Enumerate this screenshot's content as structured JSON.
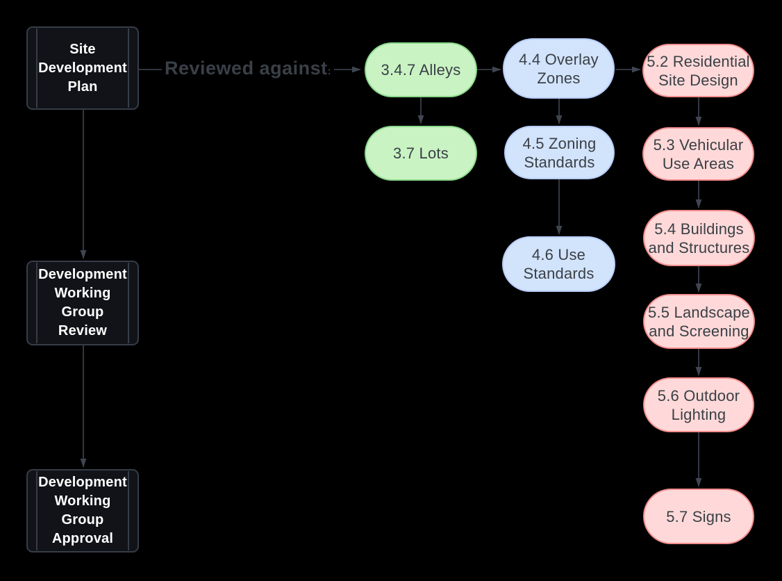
{
  "edge_label": {
    "text": "Reviewed against",
    "colon": ":"
  },
  "nodes": {
    "site_plan": {
      "label": "Site\nDevelopment\nPlan",
      "type": "process"
    },
    "dwg_review": {
      "label": "Development\nWorking\nGroup\nReview",
      "type": "process"
    },
    "dwg_approval": {
      "label": "Development\nWorking\nGroup\nApproval",
      "type": "process"
    },
    "alleys": {
      "label": "3.4.7 Alleys",
      "type": "section-green"
    },
    "lots": {
      "label": "3.7 Lots",
      "type": "section-green"
    },
    "overlay_zones": {
      "label": "4.4 Overlay\nZones",
      "type": "section-blue"
    },
    "zoning_standards": {
      "label": "4.5 Zoning\nStandards",
      "type": "section-blue"
    },
    "use_standards": {
      "label": "4.6 Use\nStandards",
      "type": "section-blue"
    },
    "residential_site_design": {
      "label": "5.2 Residential\nSite Design",
      "type": "section-pink"
    },
    "vehicular_use_areas": {
      "label": "5.3 Vehicular\nUse Areas",
      "type": "section-pink"
    },
    "buildings_structures": {
      "label": "5.4 Buildings\nand Structures",
      "type": "section-pink"
    },
    "landscape_screening": {
      "label": "5.5 Landscape\nand Screening",
      "type": "section-pink"
    },
    "outdoor_lighting": {
      "label": "5.6 Outdoor\nLighting",
      "type": "section-pink"
    },
    "signs": {
      "label": "5.7 Signs",
      "type": "section-pink"
    }
  },
  "edges": [
    {
      "from": "site_plan",
      "to": "alleys",
      "label": "Reviewed against:"
    },
    {
      "from": "site_plan",
      "to": "dwg_review"
    },
    {
      "from": "dwg_review",
      "to": "dwg_approval"
    },
    {
      "from": "alleys",
      "to": "overlay_zones"
    },
    {
      "from": "alleys",
      "to": "lots"
    },
    {
      "from": "overlay_zones",
      "to": "residential_site_design"
    },
    {
      "from": "overlay_zones",
      "to": "zoning_standards"
    },
    {
      "from": "zoning_standards",
      "to": "use_standards"
    },
    {
      "from": "residential_site_design",
      "to": "vehicular_use_areas"
    },
    {
      "from": "vehicular_use_areas",
      "to": "buildings_structures"
    },
    {
      "from": "buildings_structures",
      "to": "landscape_screening"
    },
    {
      "from": "landscape_screening",
      "to": "outdoor_lighting"
    },
    {
      "from": "outdoor_lighting",
      "to": "signs"
    }
  ],
  "colors": {
    "canvas_bg": "#000000",
    "process_fill": "#111318",
    "process_border": "#363d47",
    "process_text": "#ffffff",
    "green_fill": "#c9f3c3",
    "green_border": "#8bd88b",
    "blue_fill": "#d2e3fc",
    "blue_border": "#b7cdf8",
    "pink_fill": "#ffd9d9",
    "pink_border": "#f48c8c",
    "shape_text": "#3a4046",
    "arrow": "#3f4652",
    "edge_label_text": "#3a4048"
  }
}
